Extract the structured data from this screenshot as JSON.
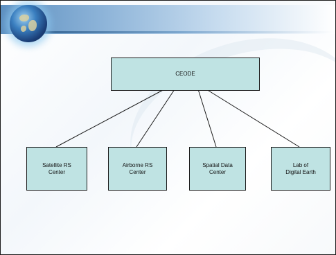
{
  "diagram": {
    "root": {
      "label": "CEODE"
    },
    "children": [
      {
        "label": "Satellite RS\nCenter"
      },
      {
        "label": "Airborne RS\nCenter"
      },
      {
        "label": "Spatial Data\nCenter"
      },
      {
        "label": "Lab of\nDigital Earth"
      }
    ]
  },
  "colors": {
    "node_fill": "#bfe3e3",
    "node_border": "#1a1a1a",
    "banner": "#5d8fc0"
  },
  "icons": {
    "logo": "globe-icon"
  }
}
